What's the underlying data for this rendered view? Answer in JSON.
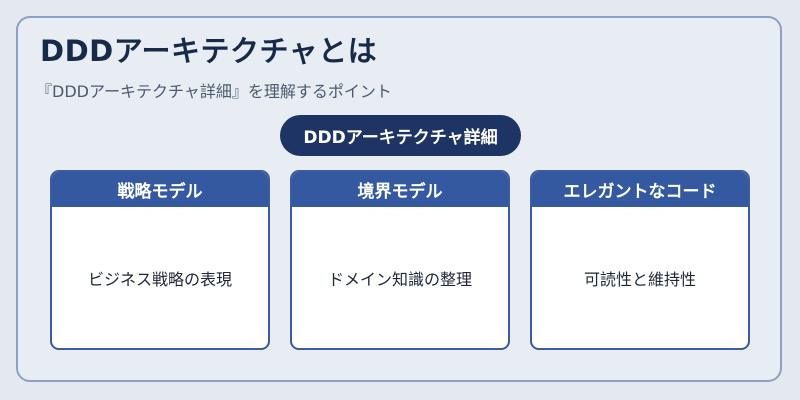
{
  "title": "DDDアーキテクチャとは",
  "subtitle": "『DDDアーキテクチャ詳細』を理解するポイント",
  "center_label": "DDDアーキテクチャ詳細",
  "cards": [
    {
      "header": "戦略モデル",
      "body": "ビジネス戦略の表現"
    },
    {
      "header": "境界モデル",
      "body": "ドメイン知識の整理"
    },
    {
      "header": "エレガントなコード",
      "body": "可読性と維持性"
    }
  ],
  "colors": {
    "background": "#e4e9f0",
    "frame_border": "#8ba0c4",
    "title": "#172a4a",
    "pill": "#1e3464",
    "card_header": "#3559a1",
    "card_border": "#3b5da0"
  }
}
